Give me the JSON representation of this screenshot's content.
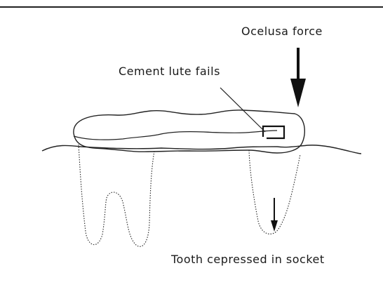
{
  "labels": {
    "occlusal_force": "Ocelusa force",
    "cement_lute_fails": "Cement lute fails",
    "tooth_depressed": "Tooth cepressed in socket"
  }
}
